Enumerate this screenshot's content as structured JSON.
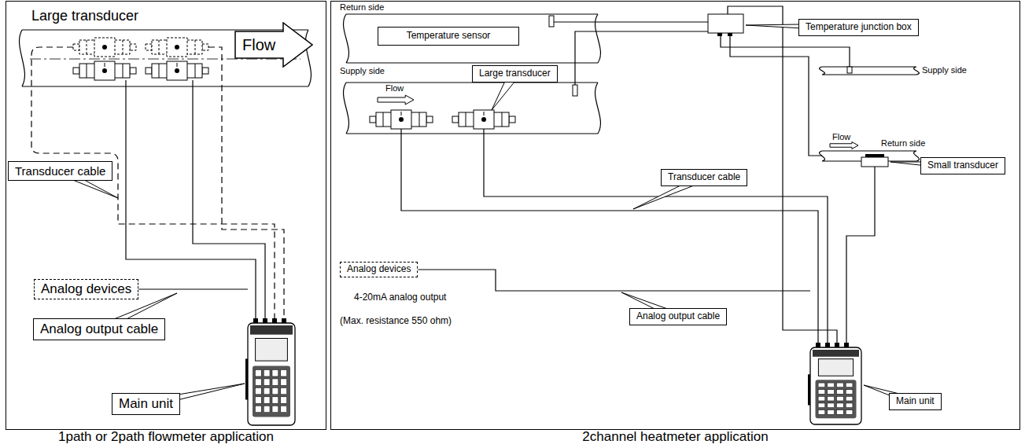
{
  "diagram": {
    "nodes": [
      {
        "text": [
          "1path or 2path flowmeter application"
        ]
      },
      {
        "text": [
          "Flow"
        ],
        "in": 0
      },
      {
        "text": [
          "Transducer cable"
        ],
        "in": 0
      },
      {
        "text": [
          "Analog devices"
        ],
        "in": 0
      },
      {
        "text": [
          "Analog output cable"
        ],
        "in": 0
      },
      {
        "text": [
          "Main unit"
        ],
        "in": 0
      },
      {
        "text": [
          "2channel heatmeter application"
        ]
      },
      {
        "text": [
          "Temperature sensor"
        ],
        "in": 6
      },
      {
        "text": [
          "Temperature junction box"
        ],
        "in": 6
      },
      {
        "text": [
          "Large transducer"
        ],
        "in": 6
      },
      {
        "text": [
          "Transducer cable"
        ],
        "in": 6
      },
      {
        "text": [
          "Small transducer"
        ],
        "in": 6
      },
      {
        "text": [
          "Analog devices"
        ],
        "in": 6
      },
      {
        "text": [
          "Analog output cable"
        ],
        "in": 6
      },
      {
        "text": [
          "Main unit"
        ],
        "in": 6
      }
    ],
    "labels": [
      "Large transducer",
      "Return side",
      "Supply side",
      "Flow",
      "Supply side",
      "Flow",
      "Return side",
      "4-20mA analog output",
      "(Max. resistance 550 ohm)"
    ]
  }
}
